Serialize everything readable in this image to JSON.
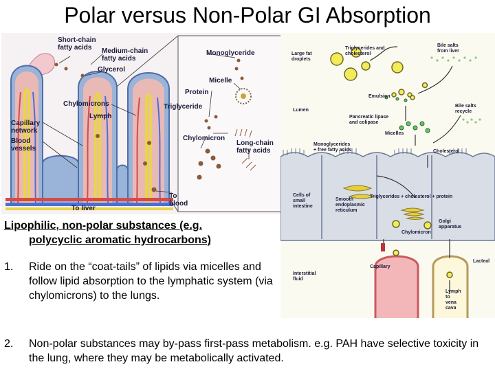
{
  "title": "Polar versus Non-Polar GI Absorption",
  "left_figure": {
    "labels": {
      "short_chain": [
        "Short-chain",
        "fatty acids"
      ],
      "medium_chain": [
        "Medium-chain",
        "fatty acids"
      ],
      "glycerol": "Glycerol",
      "monoglyceride": "Monoglyceride",
      "micelle": "Micelle",
      "protein": "Protein",
      "chylomicrons": "Chylomicrons",
      "triglyceride": "Triglyceride",
      "lymph": "Lymph",
      "capillary_network": [
        "Capillary",
        "network"
      ],
      "blood_vessels": [
        "Blood",
        "vessels"
      ],
      "chylomicron": "Chylomicron",
      "long_chain": [
        "Long-chain",
        "fatty acids"
      ],
      "to_blood": [
        "To",
        "blood"
      ],
      "to_liver": "To liver"
    }
  },
  "right_figure": {
    "labels": {
      "large_fat": [
        "Large fat",
        "droplets"
      ],
      "triglycerides_chol": [
        "Triglycerides and",
        "cholesterol"
      ],
      "bile_salts_liver": [
        "Bile salts",
        "from liver"
      ],
      "emulsion": "Emulsion",
      "lumen": "Lumen",
      "pancreatic": [
        "Pancreatic lipase",
        "and colipase"
      ],
      "bile_recycle": [
        "Bile salts",
        "recycle"
      ],
      "micelles": "Micelles",
      "monoglycerides": [
        "Monoglycerides",
        "+ free fatty acids"
      ],
      "cholesterol": "Cholesterol",
      "cells": [
        "Cells of",
        "small",
        "intestine"
      ],
      "smooth_er": [
        "Smooth",
        "endoplasmic",
        "reticulum"
      ],
      "tg_chol_protein": "Triglycerides + cholesterol + protein",
      "golgi": [
        "Golgi",
        "apparatus"
      ],
      "chylomicron": "Chylomicron",
      "interstitial": [
        "Interstitial",
        "fluid"
      ],
      "capillary": "Capillary",
      "lacteal": "Lacteal",
      "lymph_vena": [
        "Lymph",
        "to",
        "vena",
        "cava"
      ]
    }
  },
  "heading": {
    "line1": "Lipophilic, non-polar substances (e.g.",
    "line2": "polycyclic aromatic hydrocarbons)"
  },
  "points": [
    {
      "num": "1.",
      "text": "Ride on the “coat-tails” of lipids via micelles and follow lipid absorption to the lymphatic system (via chylomicrons) to the lungs."
    },
    {
      "num": "2.",
      "text": "Non-polar substances may by-pass first-pass metabolism. e.g. PAH have selective toxicity in the lung, where they may be metabolically activated."
    }
  ]
}
